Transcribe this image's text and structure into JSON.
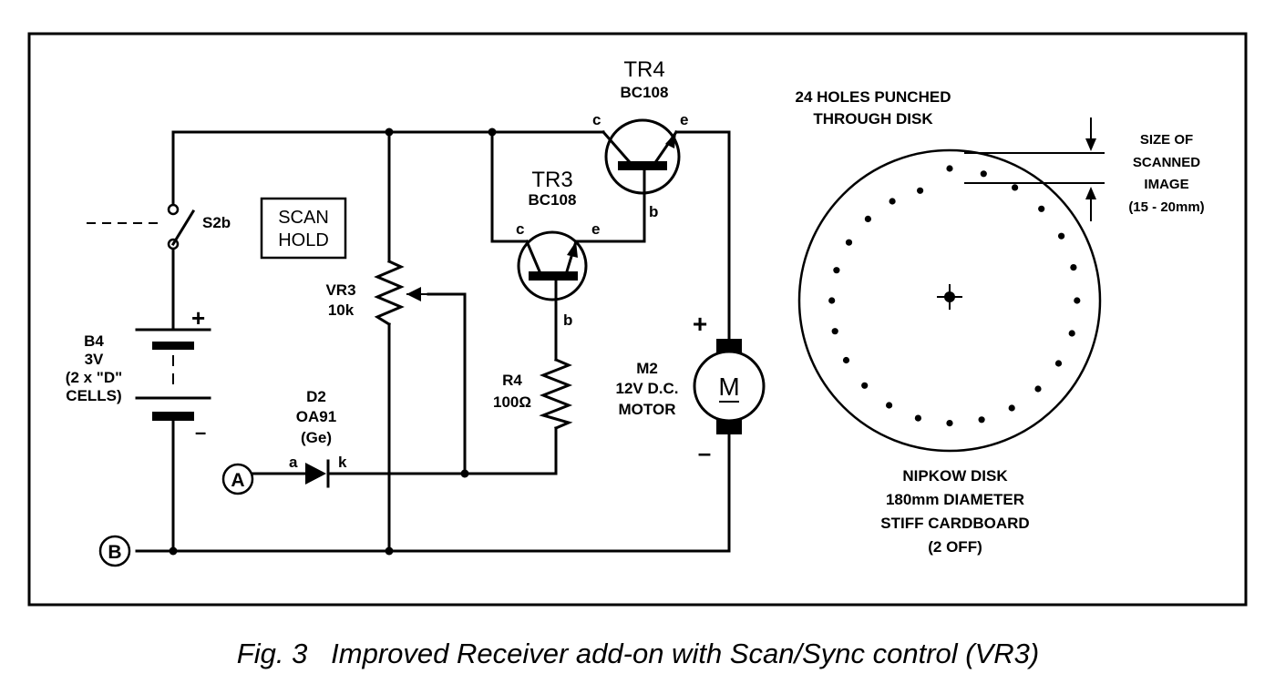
{
  "caption": "Fig. 3   Improved Receiver add-on with Scan/Sync control (VR3)",
  "circuit": {
    "terminal_a": "A",
    "terminal_b": "B",
    "switch": "S2b",
    "scan_hold": [
      "SCAN",
      "HOLD"
    ],
    "battery": [
      "B4",
      "3V",
      "(2 x \"D\"",
      "CELLS)"
    ],
    "plus": "+",
    "minus": "–",
    "vr3": [
      "VR3",
      "10k"
    ],
    "d2": [
      "D2",
      "OA91",
      "(Ge)"
    ],
    "diode_a": "a",
    "diode_k": "k",
    "r4": [
      "R4",
      "100Ω"
    ],
    "tr3": {
      "name": "TR3",
      "type": "BC108",
      "c": "c",
      "e": "e",
      "b": "b"
    },
    "tr4": {
      "name": "TR4",
      "type": "BC108",
      "c": "c",
      "e": "e",
      "b": "b"
    },
    "motor": [
      "M2",
      "12V D.C.",
      "MOTOR"
    ],
    "motor_symbol": "M",
    "motor_plus": "+",
    "motor_minus": "–"
  },
  "disk": {
    "holes_label": [
      "24 HOLES PUNCHED",
      "THROUGH DISK"
    ],
    "holes_count": 24,
    "size_label": [
      "SIZE OF",
      "SCANNED",
      "IMAGE",
      "(15 - 20mm)"
    ],
    "name_label": [
      "NIPKOW DISK",
      "180mm DIAMETER",
      "STIFF CARDBOARD",
      "(2 OFF)"
    ]
  }
}
